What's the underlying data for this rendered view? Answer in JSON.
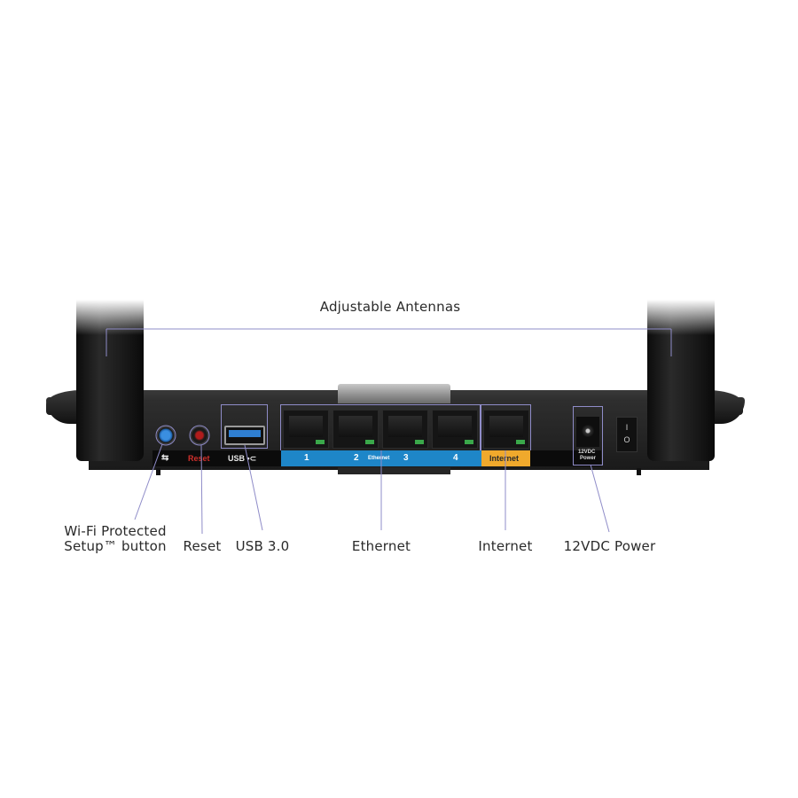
{
  "diagram": {
    "title_label": "Adjustable Antennas",
    "callouts": [
      {
        "id": "wps",
        "label_line1": "Wi-Fi Protected",
        "label_line2": "Setup™ button"
      },
      {
        "id": "reset",
        "label": "Reset"
      },
      {
        "id": "usb",
        "label": "USB 3.0"
      },
      {
        "id": "ethernet",
        "label": "Ethernet"
      },
      {
        "id": "internet",
        "label": "Internet"
      },
      {
        "id": "power",
        "label": "12VDC Power"
      }
    ],
    "panel_labels": {
      "wps_symbol": "⇆",
      "reset": "Reset",
      "usb": "USB •⊂",
      "ports": [
        "1",
        "2",
        "3",
        "4"
      ],
      "ethernet": "Ethernet",
      "internet": "Internet",
      "power_line1": "12VDC",
      "power_line2": "Power",
      "switch_on": "I",
      "switch_off": "O"
    },
    "colors": {
      "callout_line": "#8f8cc8",
      "ethernet_strip": "#1e86c8",
      "internet_strip": "#f0a92c",
      "reset_text": "#d0302c",
      "wps_button": "#2a78c8",
      "reset_button": "#a01818",
      "router_body": "#232323"
    }
  }
}
